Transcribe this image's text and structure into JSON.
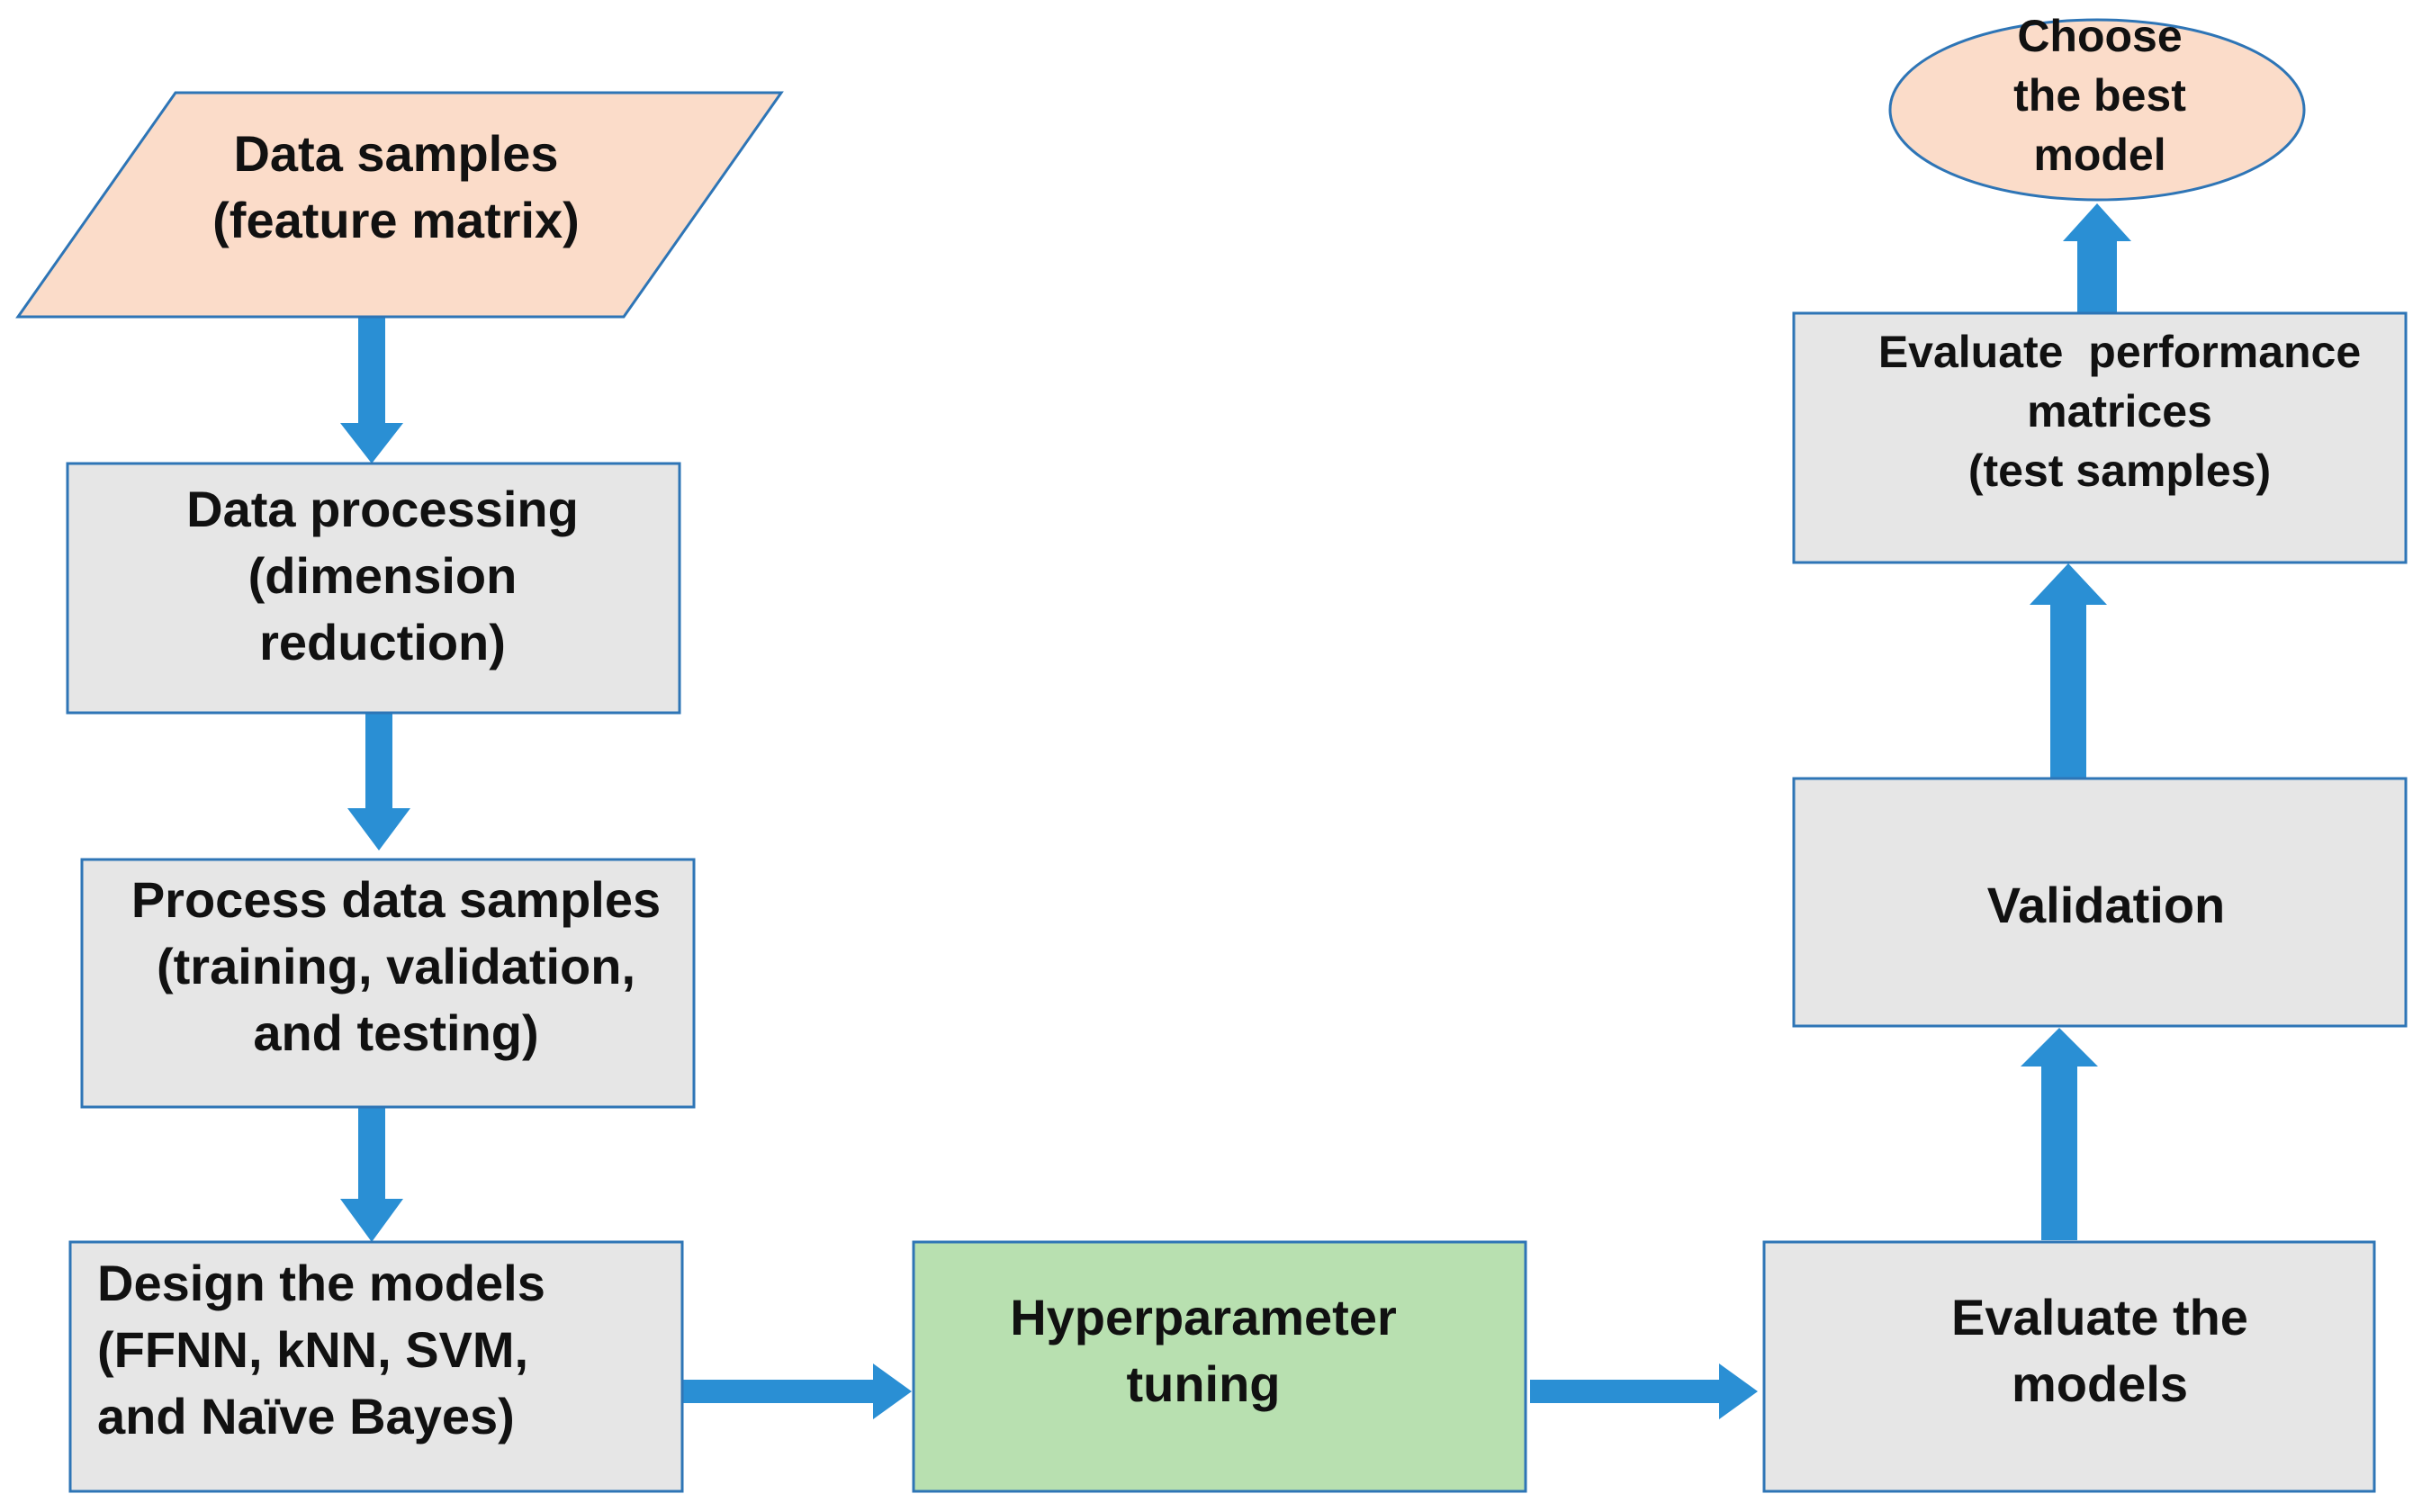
{
  "colors": {
    "process_fill": "#e6e6e6",
    "border": "#2e75b6",
    "input_fill": "#fbdcc9",
    "tuning_fill": "#b8e0b0",
    "arrow": "#2a8fd4",
    "text": "#111111"
  },
  "nodes": {
    "data_samples": {
      "lines": [
        "Data samples",
        "(feature matrix)"
      ]
    },
    "data_processing": {
      "lines": [
        "Data processing",
        "(dimension",
        "reduction)"
      ]
    },
    "process_samples": {
      "lines": [
        "Process data samples",
        "(training, validation,",
        "and testing)"
      ]
    },
    "design_models": {
      "lines": [
        "Design the models",
        "(FFNN, kNN, SVM,",
        "and Naïve Bayes)"
      ]
    },
    "hyperparameter": {
      "lines": [
        "Hyperparameter",
        "tuning"
      ]
    },
    "evaluate_models": {
      "lines": [
        "Evaluate the",
        "models"
      ]
    },
    "validation": {
      "lines": [
        "Validation"
      ]
    },
    "evaluate_performance": {
      "lines": [
        "Evaluate  performance",
        "matrices",
        "(test samples)"
      ]
    },
    "choose_best": {
      "lines": [
        "Choose",
        "the best",
        "model"
      ]
    }
  }
}
